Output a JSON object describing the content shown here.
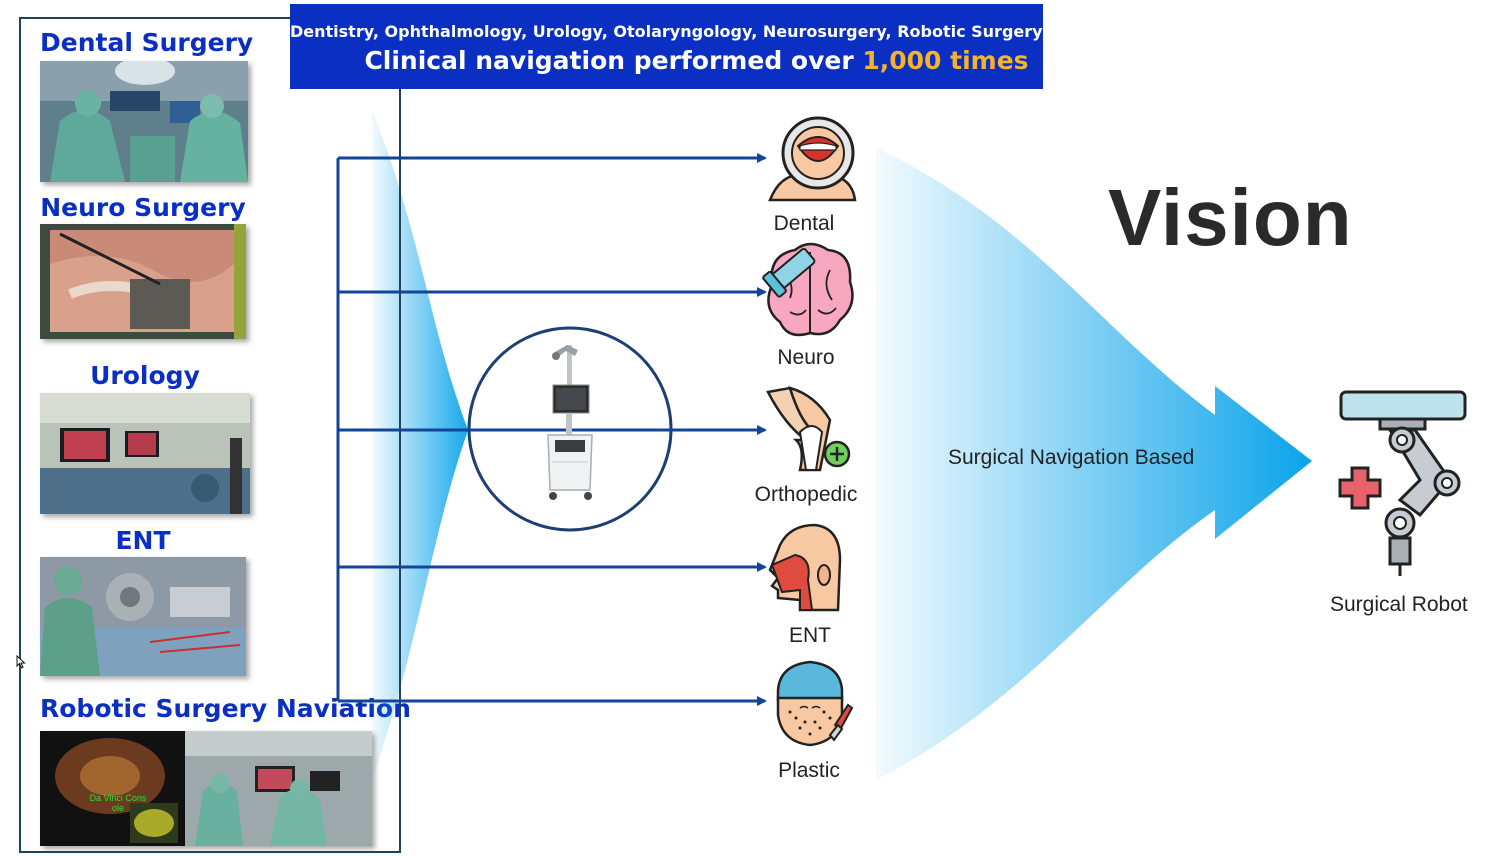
{
  "banner": {
    "subtitle": "Dentistry, Ophthalmology, Urology, Otolaryngology, Neurosurgery, Robotic Surgery",
    "title_prefix": "Clinical navigation performed over ",
    "title_highlight": "1,000 times"
  },
  "sections": [
    {
      "title": "Dental Surgery"
    },
    {
      "title": "Neuro Surgery"
    },
    {
      "title": "Urology"
    },
    {
      "title": "ENT"
    },
    {
      "title": "Robotic Surgery Naviation"
    }
  ],
  "robotic_photo_caption": "Da Vinci Cons ole",
  "specialties": [
    {
      "label": "Dental",
      "icon": "dental-mouth-icon"
    },
    {
      "label": "Neuro",
      "icon": "brain-icon"
    },
    {
      "label": "Orthopedic",
      "icon": "knee-joint-icon"
    },
    {
      "label": "ENT",
      "icon": "head-ent-icon"
    },
    {
      "label": "Plastic",
      "icon": "plastic-surgery-face-icon"
    }
  ],
  "vision_title": "Vision",
  "navigation_label": "Surgical Navigation Based",
  "robot_label": "Surgical Robot",
  "colors": {
    "brand_blue": "#0a2fc2",
    "arrow_blue": "#13449a",
    "highlight": "#f4b32a",
    "flow_blue": "#0aa3ea",
    "circle": "#1e3f74"
  }
}
